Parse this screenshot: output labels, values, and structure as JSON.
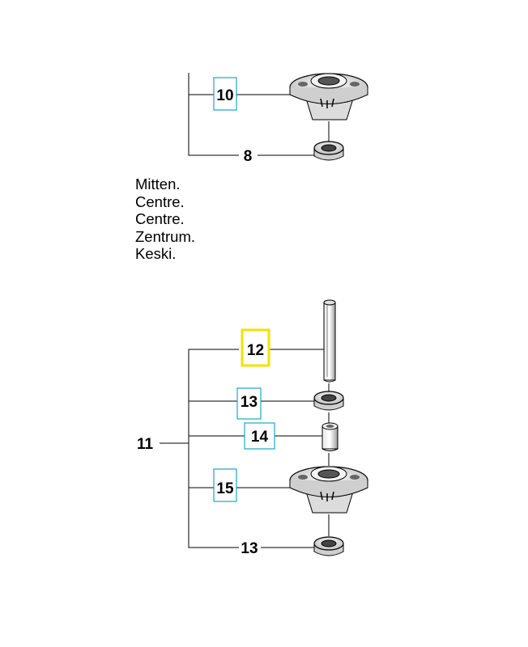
{
  "upper_group": {
    "callouts": [
      {
        "number": "10",
        "boxed": true
      },
      {
        "number": "8",
        "boxed": false
      }
    ]
  },
  "legend": {
    "lines": [
      "Mitten.",
      "Centre.",
      "Centre.",
      "Zentrum.",
      "Keski."
    ]
  },
  "lower_group": {
    "assembly_number": "11",
    "callouts": [
      {
        "number": "12",
        "boxed": true,
        "selected": true
      },
      {
        "number": "13",
        "boxed": true
      },
      {
        "number": "14",
        "boxed": true
      },
      {
        "number": "15",
        "boxed": true
      },
      {
        "number": "13",
        "boxed": false
      }
    ]
  },
  "colors": {
    "callout_box": "#1aa6c4",
    "selected_highlight": "#f2e200",
    "line": "#000000"
  }
}
